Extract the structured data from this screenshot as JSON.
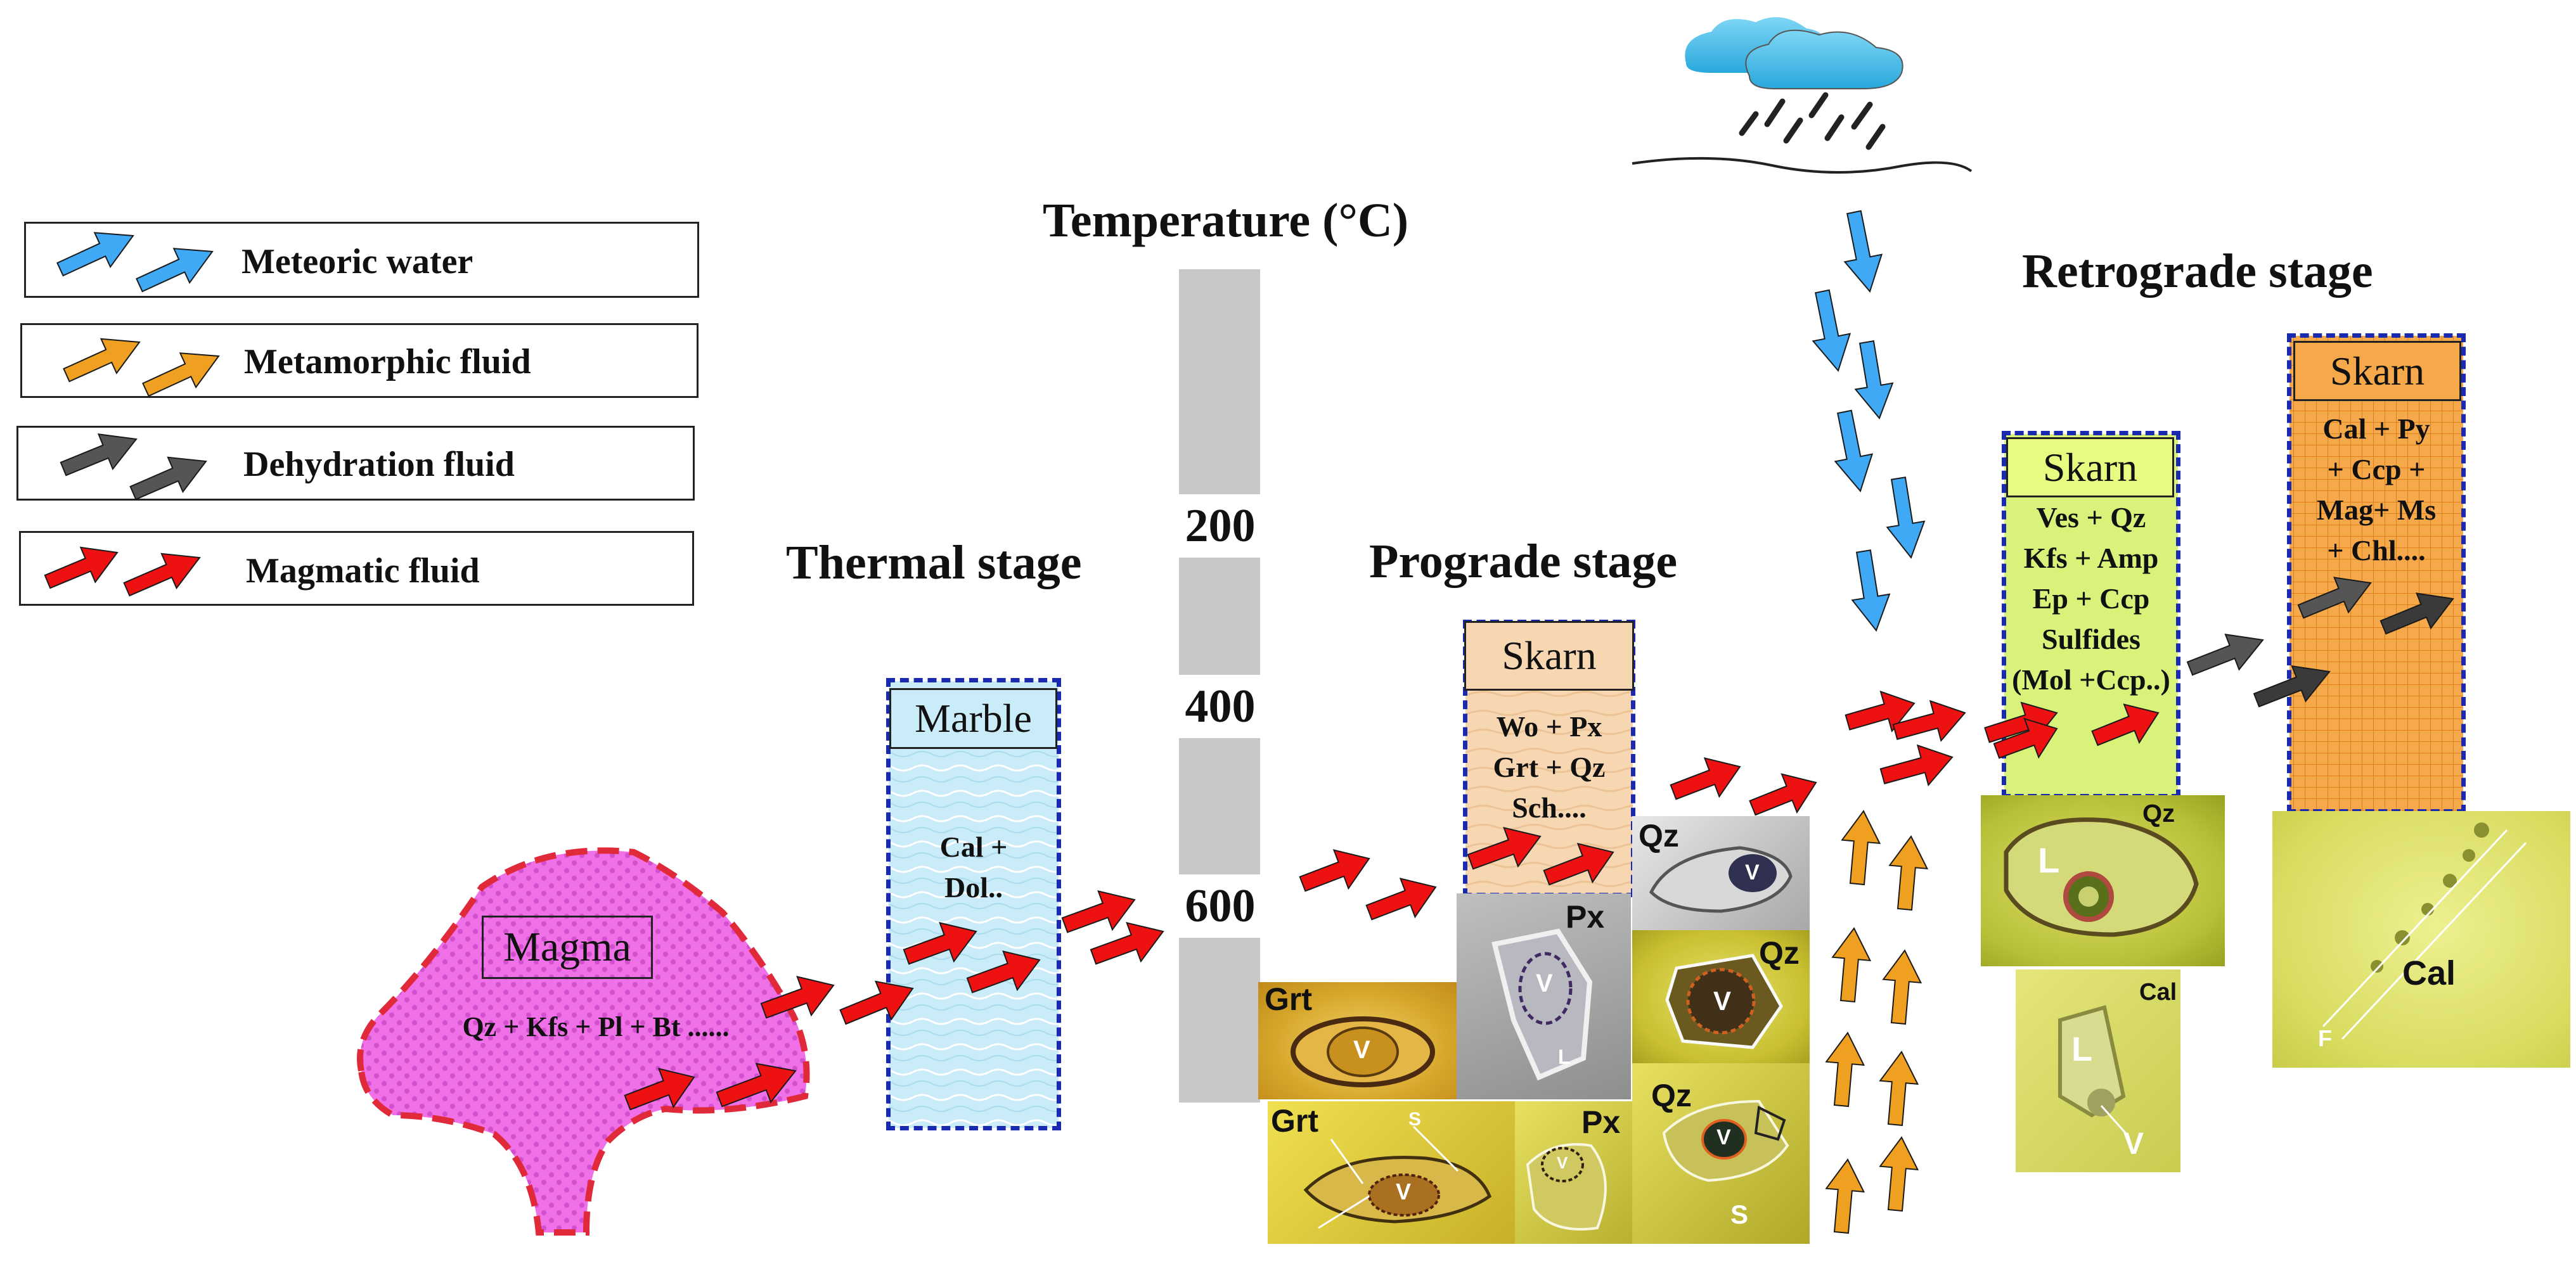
{
  "legend": [
    {
      "label": "Meteoric water",
      "arrow_color": "#3fa9f5"
    },
    {
      "label": "Metamorphic fluid",
      "arrow_color": "#f0a020"
    },
    {
      "label": "Dehydration fluid",
      "arrow_color": "#555555"
    },
    {
      "label": "Magmatic fluid",
      "arrow_color": "#ee1111"
    }
  ],
  "temperature": {
    "title": "Temperature (°C)",
    "ticks": [
      "200",
      "400",
      "600"
    ]
  },
  "stages": {
    "thermal": "Thermal stage",
    "prograde": "Prograde stage",
    "retrograde": "Retrograde stage"
  },
  "magma": {
    "name": "Magma",
    "minerals": "Qz + Kfs + Pl + Bt ......"
  },
  "marble": {
    "name": "Marble",
    "minerals": "Cal +\nDol.."
  },
  "prograde_skarn": {
    "name": "Skarn",
    "minerals": "Wo + Px\nGrt + Qz\nSch...."
  },
  "retrograde_skarn1": {
    "name": "Skarn",
    "minerals": "Ves + Qz\nKfs + Amp\nEp + Ccp\nSulfides\n(Mol +Ccp..)"
  },
  "retrograde_skarn2": {
    "name": "Skarn",
    "minerals": "Cal + Py\n+ Ccp +\nMag+ Ms\n+ Chl...."
  },
  "photo_labels": {
    "grt1": "Grt",
    "grt2": "Grt",
    "px1": "Px",
    "px2": "Px",
    "qz1": "Qz",
    "qz2": "Qz",
    "qz3": "Qz",
    "qz_retro": "Qz",
    "cal_retro": "Cal",
    "cal_big": "Cal",
    "v": "V",
    "l": "L",
    "s": "S",
    "f": "F"
  },
  "colors": {
    "magma_fill": "#f070e8",
    "magma_border": "#e02a3a",
    "marble_fill": "#c9ecf8",
    "prograde_skarn_fill": "#f6d7b2",
    "retro_skarn1_fill": "#d8f27a",
    "retro_skarn2_fill": "#f5a94a",
    "meteoric": "#3fa9f5",
    "metamorphic": "#f0a020",
    "dehydration": "#555555",
    "magmatic": "#ee1111"
  }
}
